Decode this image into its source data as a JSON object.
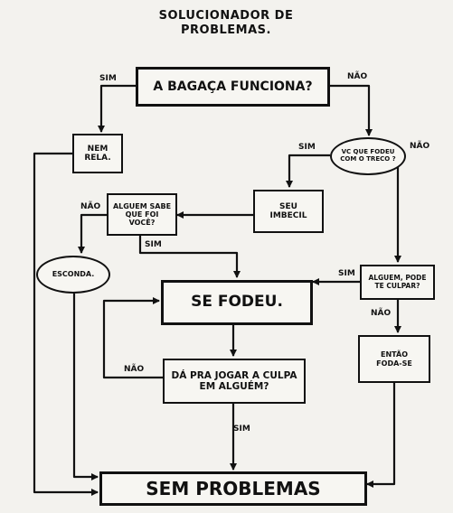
{
  "title_line1": "SOLUCIONADOR DE",
  "title_line2": "PROBLEMAS.",
  "nodes": {
    "bagaca": "A BAGAÇA FUNCIONA?",
    "nem_rela": "NEM RELA.",
    "vc_fodeu": "VC QUE FODEU COM O TRECO ?",
    "seu_imbecil": "SEU IMBECIL",
    "alguem_sabe": "ALGUEM SABE QUE FOI VOCÊ?",
    "esconda": "ESCONDA.",
    "alguem_pode": "ALGUEM, PODE TE CULPAR?",
    "se_fodeu": "SE FODEU.",
    "entao": "ENTÃO FODA-SE",
    "da_pra": "DÁ PRA JOGAR A CULPA EM ALGUÉM?",
    "sem_problemas": "SEM PROBLEMAS"
  },
  "edge_labels": {
    "sim_bagaca": "SIM",
    "nao_bagaca": "NÃO",
    "sim_vc": "SIM",
    "nao_vc": "NÃO",
    "nao_sabe": "NÃO",
    "sim_sabe": "SIM",
    "sim_pode": "SIM",
    "nao_pode": "NÃO",
    "nao_da": "NÃO",
    "sim_da": "SIM"
  }
}
